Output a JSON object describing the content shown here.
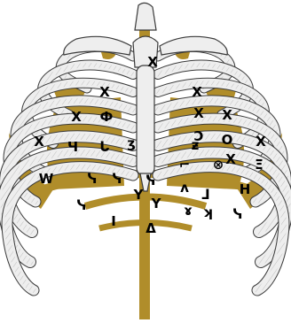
{
  "colors": {
    "background": "#ffffff",
    "bone_fill": "#eeeeee",
    "bone_outline": "#3a3a3a",
    "gold_overlay": "#b08d2a",
    "symbol": "#000000"
  },
  "figure": {
    "subject": "rib-cage-illustration",
    "symbols": [
      "X",
      "X",
      "X",
      "X",
      "Ф",
      "X",
      "X",
      "Ↄ",
      "X",
      "X",
      "Ч",
      "ᒐ",
      "ʒ",
      "ƶ",
      "O",
      "X",
      "⌐",
      "⊗",
      "Ξ",
      "W",
      "ᓭ",
      "ᓭ",
      "ᓭ",
      "Y",
      "Y",
      "ʌ",
      "ᒧ",
      "H",
      "ᓭ",
      "I",
      "Δ",
      "ɤ",
      "ʞ",
      "ᓭ"
    ]
  }
}
